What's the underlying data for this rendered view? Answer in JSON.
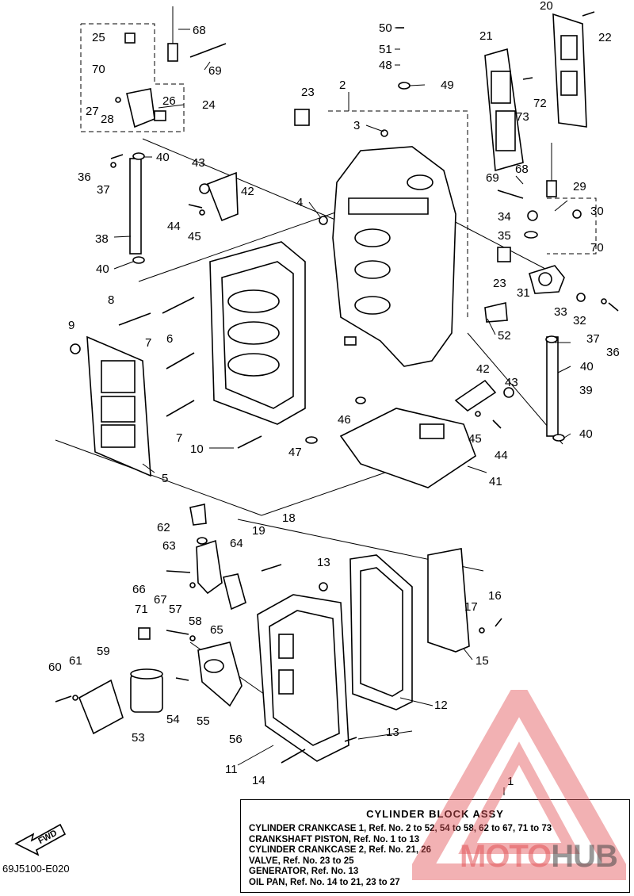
{
  "diagram_code": "69J5100-E020",
  "fwd_label": "FWD",
  "legend": {
    "title": "CYLINDER BLOCK ASSY",
    "lines": [
      "CYLINDER CRANKCASE 1,  Ref. No. 2 to 52, 54 to 58, 62 to 67, 71 to 73",
      "CRANKSHAFT PISTON,  Ref. No. 1 to 13",
      "CYLINDER CRANKCASE 2, Ref. No. 21, 26",
      "VALVE, Ref. No. 23 to 25",
      "GENERATOR, Ref. No. 13",
      "OIL PAN, Ref. No. 14 to 21, 23 to 27"
    ]
  },
  "watermark": {
    "part_a": "MOTO",
    "part_b": "HUB",
    "color_a": "#e25256",
    "color_b": "#464646"
  },
  "callouts": [
    "1",
    "2",
    "3",
    "4",
    "5",
    "6",
    "7",
    "7",
    "8",
    "9",
    "10",
    "11",
    "12",
    "13",
    "13",
    "14",
    "15",
    "16",
    "17",
    "18",
    "19",
    "20",
    "21",
    "22",
    "23",
    "23",
    "24",
    "25",
    "26",
    "27",
    "28",
    "29",
    "30",
    "31",
    "32",
    "33",
    "34",
    "35",
    "36",
    "36",
    "37",
    "37",
    "38",
    "39",
    "40",
    "40",
    "40",
    "40",
    "41",
    "42",
    "42",
    "43",
    "43",
    "44",
    "44",
    "45",
    "45",
    "46",
    "47",
    "48",
    "49",
    "50",
    "51",
    "52",
    "53",
    "54",
    "55",
    "56",
    "57",
    "58",
    "59",
    "60",
    "61",
    "62",
    "63",
    "64",
    "65",
    "66",
    "67",
    "68",
    "68",
    "69",
    "69",
    "70",
    "70",
    "71",
    "72",
    "73"
  ]
}
